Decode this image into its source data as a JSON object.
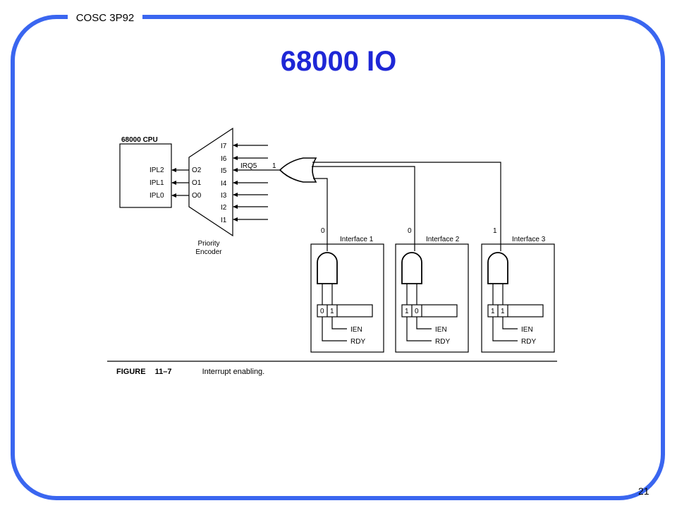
{
  "slide": {
    "course": "COSC 3P92",
    "title": "68000 IO",
    "page_number": "21",
    "frame_color": "#3a66f0",
    "title_color": "#1e27d6"
  },
  "figure": {
    "cpu_label": "68000 CPU",
    "cpu_pins": [
      "IPL2",
      "IPL1",
      "IPL0"
    ],
    "encoder_outputs": [
      "O2",
      "O1",
      "O0"
    ],
    "encoder_inputs": [
      "I7",
      "I6",
      "I5",
      "I4",
      "I3",
      "I2",
      "I1"
    ],
    "encoder_label_line1": "Priority",
    "encoder_label_line2": "Encoder",
    "irq_label": "IRQ5",
    "irq_value": "1",
    "interfaces": [
      {
        "name": "Interface 1",
        "output": "0",
        "bits": [
          "0",
          "1"
        ]
      },
      {
        "name": "Interface 2",
        "output": "0",
        "bits": [
          "1",
          "0"
        ]
      },
      {
        "name": "Interface 3",
        "output": "1",
        "bits": [
          "1",
          "1"
        ]
      }
    ],
    "ien_label": "IEN",
    "rdy_label": "RDY",
    "caption_label": "FIGURE",
    "caption_number": "11–7",
    "caption_text": "Interrupt enabling."
  }
}
